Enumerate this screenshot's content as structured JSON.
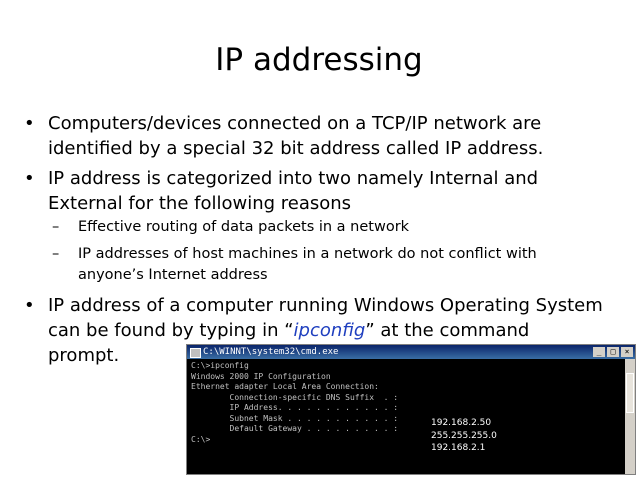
{
  "slide": {
    "title": "IP addressing",
    "bullet_char": "•",
    "dash_char": "–",
    "bullets": [
      {
        "lines": [
          "Computers/devices connected on a TCP/IP network are",
          "identified by a special 32 bit address called IP address."
        ]
      },
      {
        "lines": [
          "IP address is categorized into two namely Internal and",
          "External for the following reasons"
        ]
      },
      {
        "lines": [
          "IP address of a computer running Windows Operating System",
          "can be found by typing in “",
          "ipconfig",
          "” at the command",
          "prompt."
        ]
      }
    ],
    "subbullets": [
      {
        "lines": [
          "Effective routing of data packets in a network"
        ]
      },
      {
        "lines": [
          "IP addresses of host machines in a network do not conflict with",
          "anyone’s Internet address"
        ]
      }
    ]
  },
  "console": {
    "title": "C:\\WINNT\\system32\\cmd.exe",
    "controls": [
      "_",
      "□",
      "×"
    ],
    "lines": [
      "C:\\>ipconfig",
      "",
      "Windows 2000 IP Configuration",
      "",
      "Ethernet adapter Local Area Connection:",
      "",
      "        Connection-specific DNS Suffix  . :",
      "        IP Address. . . . . . . . . . . . :",
      "        Subnet Mask . . . . . . . . . . . :",
      "        Default Gateway . . . . . . . . . :",
      "",
      "C:\\>"
    ],
    "values": [
      "192.168.2.50",
      "255.255.255.0",
      "192.168.2.1"
    ]
  }
}
